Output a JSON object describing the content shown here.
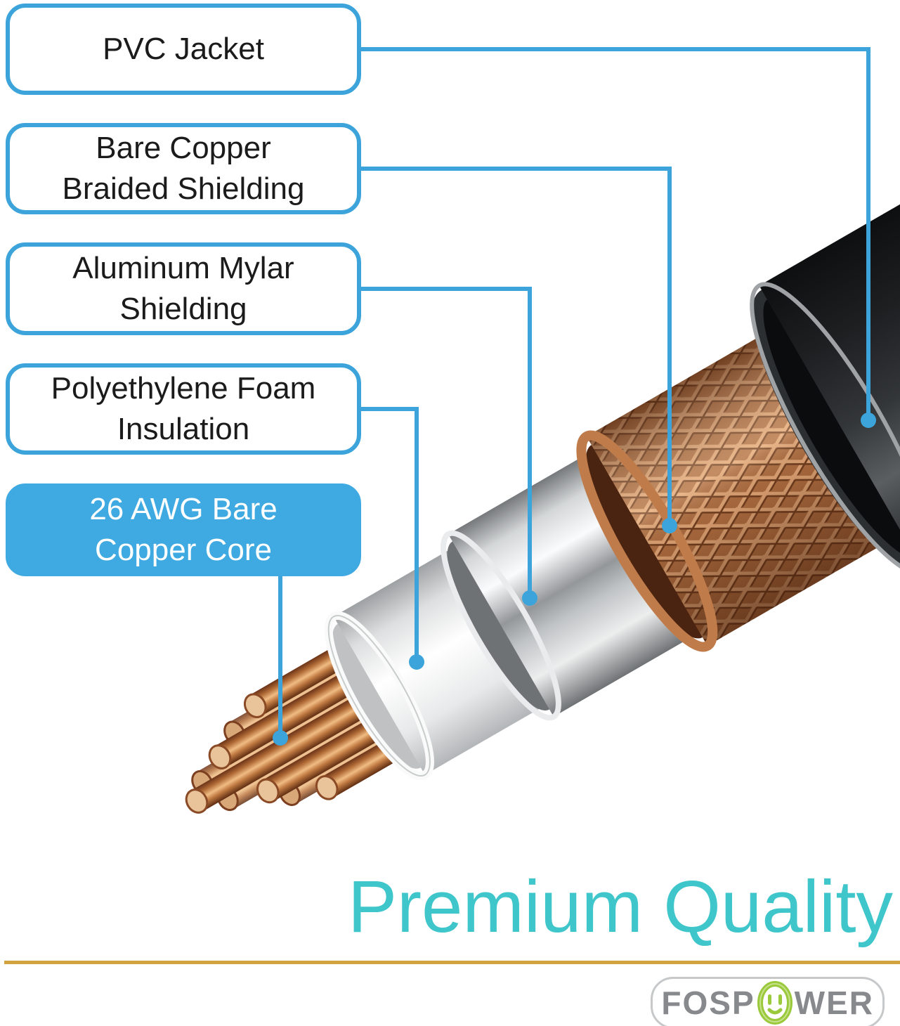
{
  "callouts": [
    {
      "lines": [
        "PVC Jacket",
        ""
      ],
      "style": "outline",
      "points_to": "black outer jacket"
    },
    {
      "lines": [
        "Bare Copper",
        "Braided Shielding"
      ],
      "style": "outline",
      "points_to": "copper braid layer"
    },
    {
      "lines": [
        "Aluminum Mylar",
        "Shielding"
      ],
      "style": "outline",
      "points_to": "silver foil layer"
    },
    {
      "lines": [
        "Polyethylene Foam",
        "Insulation"
      ],
      "style": "outline",
      "points_to": "white insulation layer"
    },
    {
      "lines": [
        "26 AWG Bare",
        "Copper Core"
      ],
      "style": "filled",
      "points_to": "copper strand core"
    }
  ],
  "tagline": "Premium Quality",
  "brand": {
    "name": "FosPower",
    "logo_left": "FOSP",
    "logo_right": "WER"
  },
  "colors": {
    "accent_blue": "#3CA4DA",
    "filled_box_blue": "#3FA9E1",
    "tagline_teal": "#3EC6CB",
    "divider_gold": "#D2A440",
    "logo_gray": "#87898C",
    "logo_green": "#9ACA3C",
    "jacket_black": "#2b2e30",
    "braid_copper": "#b06f42",
    "mylar_silver": "#c8cbcd",
    "insulation_white": "#f5f6f7",
    "core_copper": "#c07a42"
  }
}
